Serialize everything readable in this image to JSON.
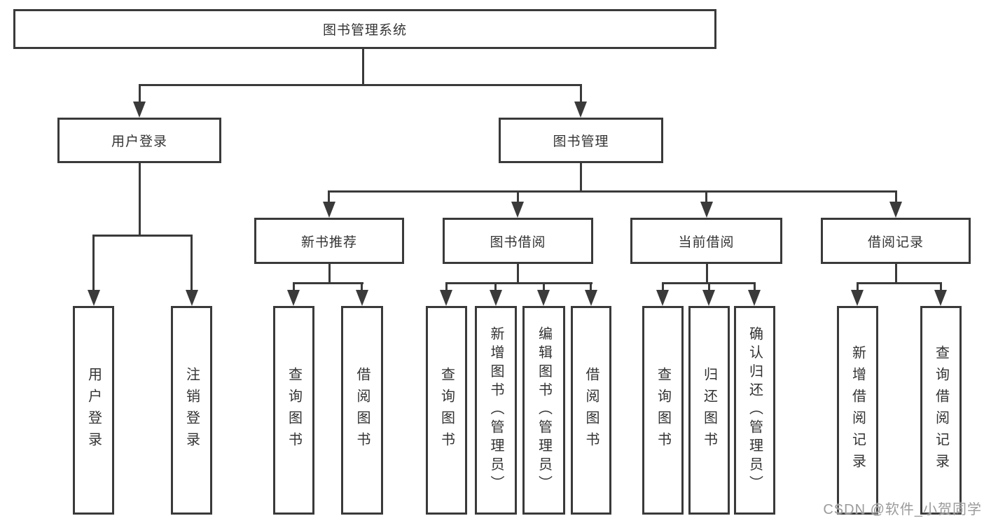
{
  "diagram_title": "图书管理系统",
  "colors": {
    "line": "#3a3a3a",
    "text": "#333333",
    "watermark": "#9b9b9b",
    "background": "#ffffff"
  },
  "nodes": {
    "root": "图书管理系统",
    "user_login": "用户登录",
    "book_mgmt": "图书管理",
    "new_book_rec": "新书推荐",
    "book_borrow": "图书借阅",
    "current_borrow": "当前借阅",
    "borrow_records": "借阅记录",
    "leaf_user_login": "用户登录",
    "leaf_logout": "注销登录",
    "leaf_nb_query": "查询图书",
    "leaf_nb_borrow": "借阅图书",
    "leaf_bb_query": "查询图书",
    "leaf_bb_add": "新增图书（管理员）",
    "leaf_bb_edit": "编辑图书（管理员）",
    "leaf_bb_borrow": "借阅图书",
    "leaf_cb_query": "查询图书",
    "leaf_cb_return": "归还图书",
    "leaf_cb_confirm": "确认归还（管理员）",
    "leaf_br_add": "新增借阅记录",
    "leaf_br_query": "查询借阅记录"
  },
  "watermark": "CSDN @软件_小贺同学"
}
